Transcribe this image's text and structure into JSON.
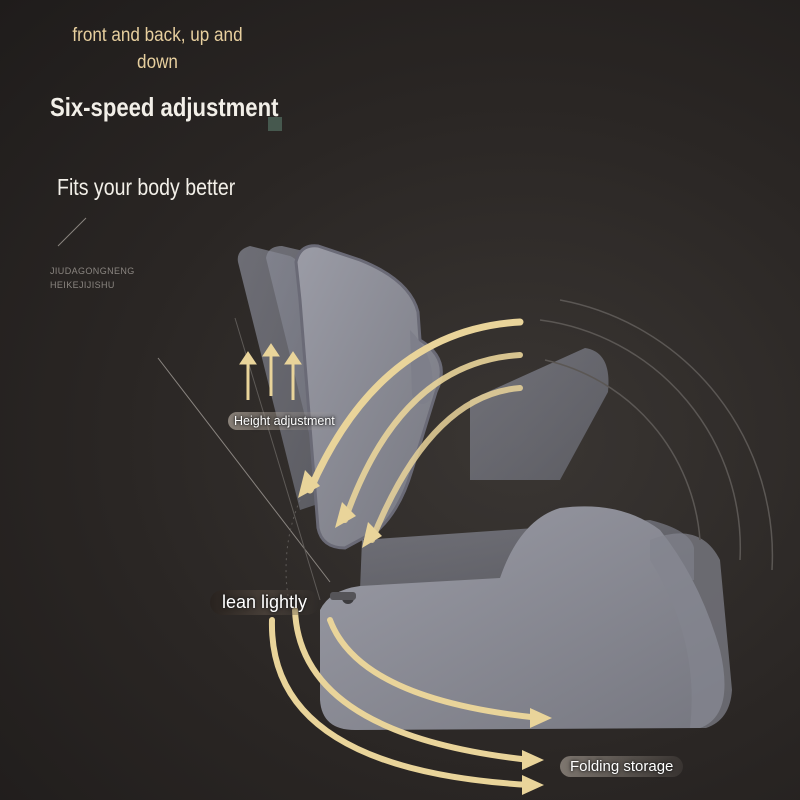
{
  "headline": {
    "top_line": "front and back, up and down",
    "main": "Six-speed adjustment",
    "sub": "Fits your body better"
  },
  "small_text": {
    "line1": "JIUDAGONGNENG",
    "line2": "HEIKEJIJISHU"
  },
  "callouts": {
    "height": "Height adjustment",
    "lean": "lean lightly",
    "fold": "Folding storage"
  },
  "colors": {
    "background": "#2a2624",
    "accent_text": "#e7cf9e",
    "arrow": "#e9d49a",
    "cushion": "#8d8e98"
  }
}
